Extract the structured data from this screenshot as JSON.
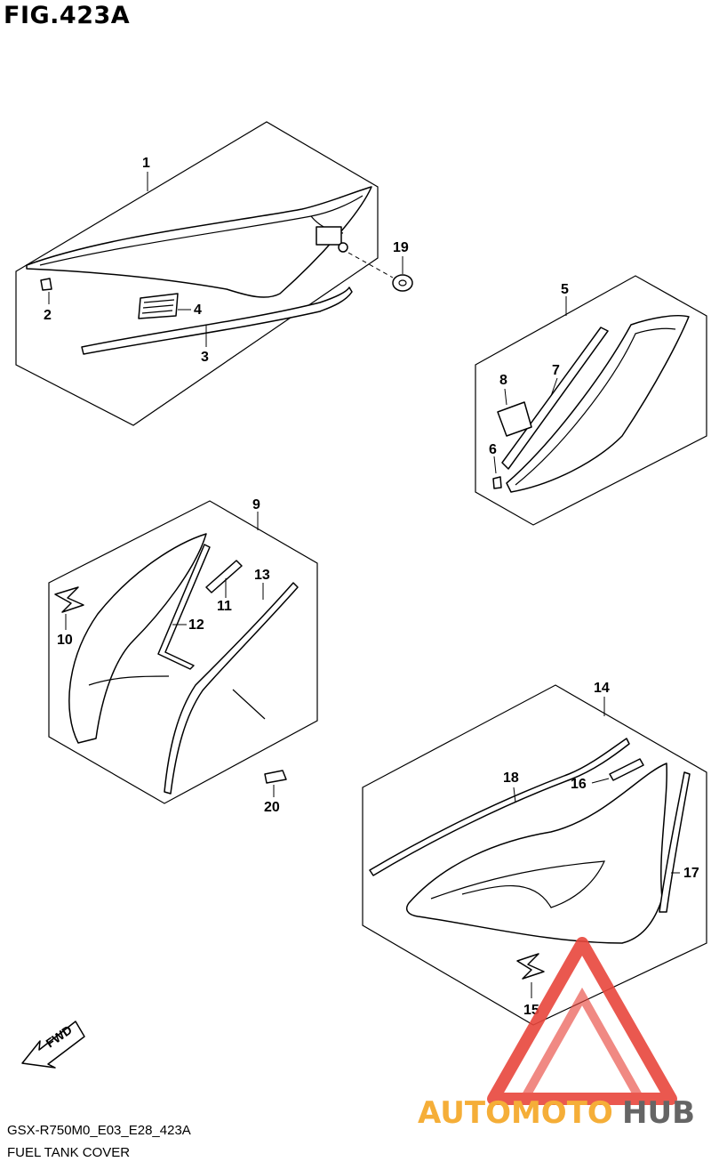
{
  "header": {
    "title": "FIG.423A"
  },
  "footer": {
    "code": "GSX-R750M0_E03_E28_423A",
    "caption": "FUEL TANK COVER"
  },
  "fwd_label": "FWD",
  "callouts": {
    "n1": "1",
    "n2": "2",
    "n3": "3",
    "n4": "4",
    "n5": "5",
    "n6": "6",
    "n7": "7",
    "n8": "8",
    "n9": "9",
    "n10": "10",
    "n11": "11",
    "n12": "12",
    "n13": "13",
    "n14": "14",
    "n15": "15",
    "n16": "16",
    "n17": "17",
    "n18": "18",
    "n19": "19",
    "n20": "20"
  },
  "watermark": {
    "part1": "AUTOMOTO",
    "part2": "HUB",
    "color1": "#f5a623",
    "color2": "#555555",
    "triangle_color": "#e8463c"
  }
}
